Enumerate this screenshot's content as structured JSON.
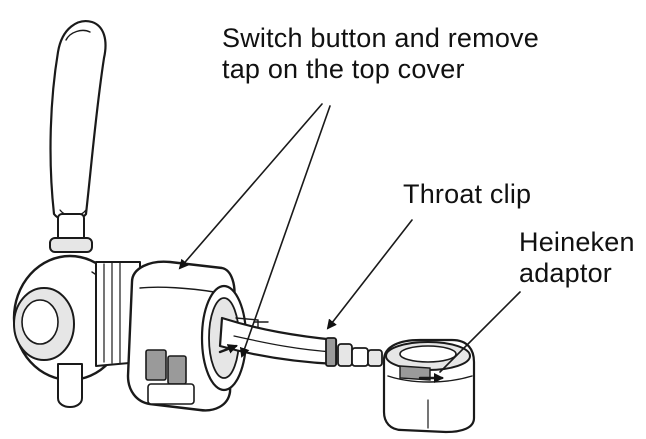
{
  "callouts": {
    "switch_button": {
      "line1": "Switch button and remove",
      "line2": "tap on the top cover"
    },
    "throat_clip": "Throat clip",
    "adaptor": {
      "line1": "Heineken",
      "line2": "adaptor"
    }
  },
  "colors": {
    "ink": "#1a1a1a",
    "background": "#ffffff",
    "shade": "#e6e6e6"
  }
}
